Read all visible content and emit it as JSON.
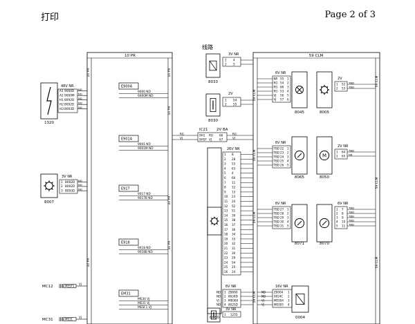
{
  "header": {
    "title": "打印",
    "page": "Page 2 of 3"
  },
  "diagram": {
    "bus_left": "10 PR",
    "bus_right": "59 CLM",
    "section_label": "线路",
    "left_components": [
      {
        "id": "1320",
        "spec": "48V NR",
        "pins": [
          "A1",
          "A2",
          "H1",
          "H2",
          "H3"
        ],
        "wires": [
          "9000D",
          "9000M",
          "8092D",
          "8092D",
          "8093D"
        ]
      },
      {
        "id": "8007",
        "spec": "3V NR",
        "pins": [
          "1",
          "2",
          "3"
        ],
        "wires": [
          "8092D",
          "8092D",
          "8093D"
        ]
      }
    ],
    "left_connectors": [
      "MC12",
      "MC31"
    ],
    "left_connector_wires": [
      "MESF1",
      "ME31"
    ],
    "terminal_blocks": [
      {
        "id": "E900A",
        "lines": [
          "9000 ND",
          "9000M ND"
        ]
      },
      {
        "id": "E901A",
        "lines": [
          "9001 ND",
          "9001M ND"
        ]
      },
      {
        "id": "E917",
        "lines": [
          "9017 ND",
          "9017B ND"
        ]
      },
      {
        "id": "E918",
        "lines": [
          "9018 ND",
          "9018B ND"
        ]
      },
      {
        "id": "EM31",
        "lines": [
          "ME30 VJ",
          "ME31 VJ",
          "MESF1 VJ"
        ]
      }
    ],
    "center_components": [
      {
        "id": "8033",
        "spec": "3V NR",
        "rows": [
          [
            "1",
            "4"
          ],
          [
            "2",
            "5"
          ]
        ]
      },
      {
        "id": "8030",
        "spec": "2V",
        "rows": [
          [
            "1",
            "54"
          ],
          [
            "2",
            "55"
          ]
        ]
      },
      {
        "id": "8080",
        "spec": "26V NR"
      }
    ],
    "ic21": {
      "label": "IC21",
      "spec": "2V BA",
      "rows": [
        [
          "9H1",
          "RG",
          "66",
          "RG"
        ],
        [
          "9H5F",
          "VJ",
          "67",
          "VJ"
        ]
      ]
    },
    "conn_8080": {
      "cols": [
        [
          "1",
          "2",
          "3",
          "4",
          "5",
          "6",
          "7",
          "8",
          "9",
          "10",
          "11",
          "12",
          "13",
          "14",
          "15",
          "16",
          "17",
          "18",
          "19",
          "20",
          "21",
          "22",
          "23",
          "24",
          "25",
          "26"
        ],
        [
          "8",
          "28",
          "53",
          "63",
          "4",
          "60",
          "11",
          "12",
          "13",
          "23",
          "24",
          "52",
          "51",
          "39",
          "38",
          "37",
          "36",
          "34",
          "33",
          "32",
          "31",
          "30",
          "29",
          "54",
          "25",
          "24"
        ]
      ]
    },
    "right_components": [
      {
        "id": "8045",
        "spec": "6V NR",
        "rows": [
          [
            "NR",
            "55",
            "1"
          ],
          [
            "RG",
            "54",
            "2"
          ],
          [
            "RG",
            "86",
            "3"
          ],
          [
            "RG",
            "53",
            "4"
          ],
          [
            "VJ",
            "56",
            "5"
          ],
          [
            "VJ",
            "57",
            "6"
          ]
        ]
      },
      {
        "id": "8005",
        "spec": "2V",
        "rows": [
          [
            "1",
            "52"
          ],
          [
            "2",
            "53"
          ]
        ],
        "wires": [
          "TBD",
          "TBD"
        ]
      },
      {
        "id": "8065",
        "spec": "6V NR",
        "rows": [
          [
            "TBD",
            "22",
            "1"
          ],
          [
            "TBD",
            "23",
            "2"
          ],
          [
            "TBD",
            "24",
            "3"
          ],
          [
            "TBD",
            "25",
            "4"
          ],
          [
            "TBD",
            "26",
            "5"
          ]
        ]
      },
      {
        "id": "8050",
        "spec": "2V NR",
        "rows": [
          [
            "1",
            "64"
          ],
          [
            "2",
            "65"
          ]
        ],
        "wires": [
          "TBD",
          "NR"
        ]
      },
      {
        "id": "8071",
        "spec": "6V NR",
        "rows": [
          [
            "TBD",
            "27",
            "1"
          ],
          [
            "TBD",
            "28",
            "2"
          ],
          [
            "TBD",
            "29",
            "3"
          ],
          [
            "TBD",
            "30",
            "4"
          ],
          [
            "TBD",
            "31",
            "5"
          ]
        ]
      },
      {
        "id": "8070",
        "spec": "6V NR",
        "rows": [
          [
            "1",
            "7"
          ],
          [
            "2",
            "8"
          ],
          [
            "3",
            "9"
          ],
          [
            "4",
            "10"
          ],
          [
            "5",
            "11"
          ]
        ],
        "wires": [
          "TBD",
          "TBD",
          "TBD",
          "TBD",
          "TBD"
        ]
      },
      {
        "id": "0004",
        "spec": "16V NR",
        "rows": [
          [
            "ND",
            "Z0004",
            "1"
          ],
          [
            "ND",
            "9024C",
            "2"
          ],
          [
            "VJ",
            "ME004",
            "3"
          ],
          [
            "VJ",
            "ME005",
            "4"
          ]
        ]
      }
    ],
    "bottom_center": {
      "spec": "6V NR",
      "rows": [
        [
          "1",
          "Z8060"
        ],
        [
          "2",
          "8024D"
        ],
        [
          "3",
          "ME060"
        ],
        [
          "4",
          "8025D"
        ]
      ],
      "wires": [
        "ND",
        "ND",
        "VJ",
        "ND"
      ]
    },
    "bottom_small": {
      "spec": "3V NR",
      "rows": [
        [
          "1",
          "1255"
        ]
      ]
    }
  }
}
